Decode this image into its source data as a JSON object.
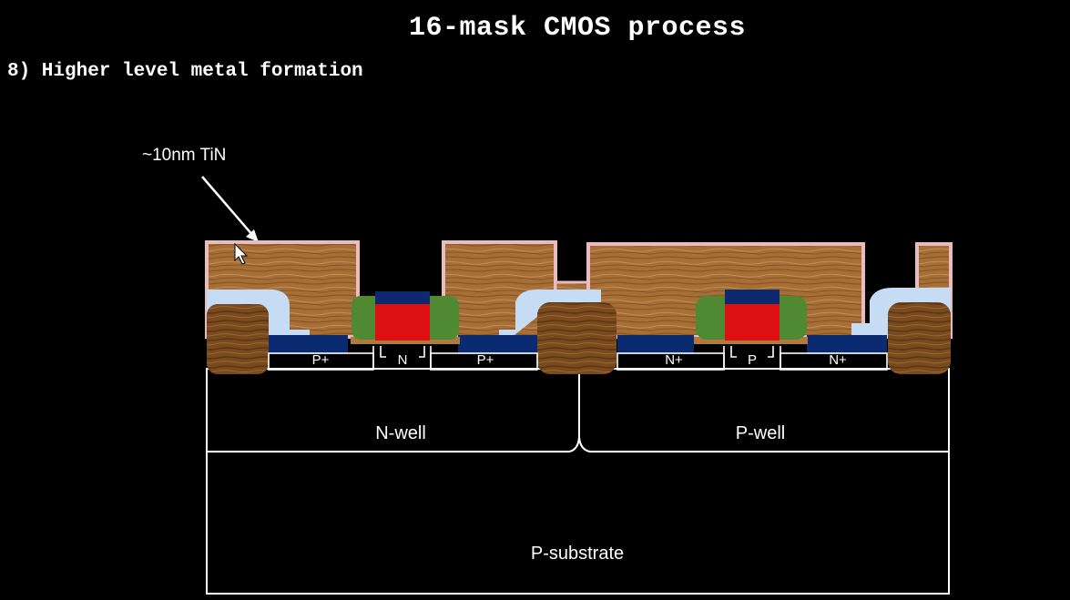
{
  "slide": {
    "title": "16-mask CMOS process",
    "step": "8) Higher level metal formation"
  },
  "diagram": {
    "callout": "~10nm TiN",
    "regions": {
      "nwell": "N-well",
      "pwell": "P-well",
      "substrate": "P-substrate"
    },
    "junctions": {
      "pmos_source": "P+",
      "pmos_drain": "P+",
      "pmos_body": "N",
      "nmos_source": "N+",
      "nmos_drain": "N+",
      "nmos_body": "P"
    }
  },
  "colors": {
    "background": "#000000",
    "metal_wood": "#a5713a",
    "tin_liner": "#e8bcbf",
    "gate_poly": "#dd1111",
    "gate_cap": "#0e2a6e",
    "spacer": "#4f8a33",
    "oxide": "#c6dcf5",
    "silicide": "#0a2a72",
    "sti": "#7a4a1f"
  }
}
